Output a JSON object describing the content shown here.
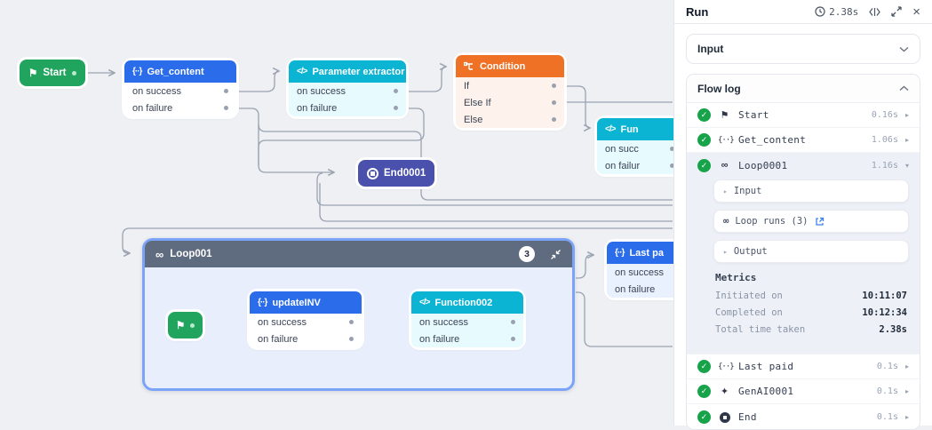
{
  "colors": {
    "accent_blue": "#2b6cea",
    "cyan": "#0cb4d3",
    "orange": "#ee7125",
    "green": "#21a55e",
    "indigo": "#4a51ad",
    "slate_header": "#5f6b7e",
    "success_check": "#16a34a",
    "link_blue": "#3b82f6",
    "loop_border": "#7ba4f8",
    "canvas_bg": "#eef0f3",
    "edge": "#9aa3b2"
  },
  "icons": {
    "flag": "⚑",
    "braces": "{··}",
    "infinity": "∞",
    "code": "</>",
    "genai": "✦",
    "caret_right": "▸",
    "caret_down": "▾",
    "close": "×"
  },
  "canvas": {
    "start": {
      "label": "Start"
    },
    "get_content": {
      "title": "Get_content",
      "row1": "on success",
      "row2": "on failure"
    },
    "parameter_extractor": {
      "title": "Parameter extractor",
      "row1": "on success",
      "row2": "on failure"
    },
    "condition": {
      "title": "Condition",
      "row1": "If",
      "row2": "Else If",
      "row3": "Else"
    },
    "function1": {
      "title": "Fun",
      "row1": "on succ",
      "row2": "on failur"
    },
    "end0001": {
      "label": "End0001"
    },
    "loop": {
      "title": "Loop001",
      "badge": "3"
    },
    "updateinv": {
      "title": "updateINV",
      "row1": "on success",
      "row2": "on failure"
    },
    "function002": {
      "title": "Function002",
      "row1": "on success",
      "row2": "on failure"
    },
    "last_paid": {
      "title": "Last pa",
      "row1": "on success",
      "row2": "on failure"
    }
  },
  "panel": {
    "title": "Run",
    "duration": "2.38s",
    "input_label": "Input",
    "flow_log_label": "Flow log",
    "items": [
      {
        "label": "Start",
        "duration": "0.16s"
      },
      {
        "label": "Get_content",
        "duration": "1.06s"
      },
      {
        "label": "Loop0001",
        "duration": "1.16s"
      },
      {
        "label": "Last paid",
        "duration": "0.1s"
      },
      {
        "label": "GenAI0001",
        "duration": "0.1s"
      },
      {
        "label": "End",
        "duration": "0.1s"
      }
    ],
    "loop_detail": {
      "input": "Input",
      "loop_runs": "Loop runs (3)",
      "output": "Output",
      "metrics_title": "Metrics",
      "m1_label": "Initiated on",
      "m1_value": "10:11:07",
      "m2_label": "Completed on",
      "m2_value": "10:12:34",
      "m3_label": "Total time taken",
      "m3_value": "2.38s"
    }
  }
}
